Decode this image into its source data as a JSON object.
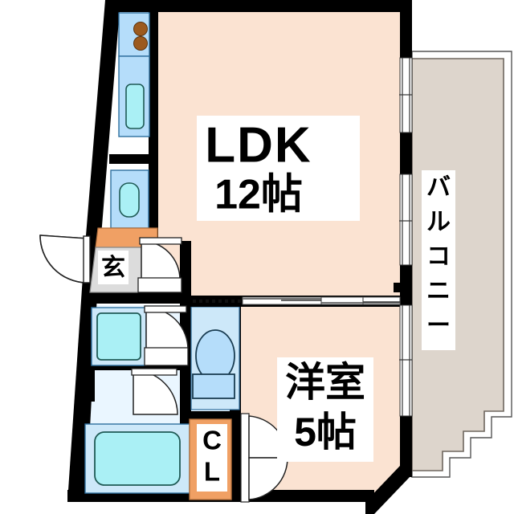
{
  "plan": {
    "title": "間取図",
    "type": "apartment-floor-plan",
    "colors": {
      "wall": "#000000",
      "living_floor": "#fbe3d2",
      "water_area": "#dbeeff",
      "water_fixture": "#b5ddfa",
      "sink_basin": "#aaf0f5",
      "burner": "#9c5a1e",
      "step_orange": "#f0a064",
      "genkan_floor": "#dcdcdc",
      "balcony_floor": "#ddd5cc",
      "closet_orange": "#f0a064",
      "label_bg": "#ffffff",
      "outline": "#1a1a1a"
    }
  },
  "rooms": [
    {
      "id": "ldk",
      "name": "リビングダイニングキッチン",
      "label_line1": "LDK",
      "label_line2": "12帖",
      "size_jo": 12
    },
    {
      "id": "washitsu",
      "name": "洋室",
      "label_line1": "洋室",
      "label_line2": "5帖",
      "size_jo": 5
    },
    {
      "id": "genkan",
      "name": "珄関",
      "label_line1": "玄",
      "label_line2": "",
      "size_jo": null
    },
    {
      "id": "balcony",
      "name": "バルコニー",
      "label_line1": "バルコニー",
      "label_chars": [
        "バ",
        "ル",
        "コ",
        "ニ",
        "ー"
      ],
      "label_line2": "",
      "size_jo": null
    },
    {
      "id": "closet",
      "name": "クローゼット",
      "label_line1": "C",
      "label_line2": "L",
      "size_jo": null
    }
  ],
  "fixtures": [
    {
      "id": "stove",
      "name": "コンロ",
      "burners": 2
    },
    {
      "id": "kitchen-sink",
      "name": "キッチンシンク"
    },
    {
      "id": "washbasin",
      "name": "洗面台"
    },
    {
      "id": "washing-machine",
      "name": "洗濯機置き場"
    },
    {
      "id": "bathtub",
      "name": "浴槽"
    },
    {
      "id": "toilet",
      "name": "トイレ"
    }
  ],
  "openings": [
    {
      "id": "entrance-door",
      "name": "玄関ドア",
      "kind": "swing"
    },
    {
      "id": "balcony-sliding-door-upper",
      "name": "採光窓",
      "kind": "sliding"
    },
    {
      "id": "balcony-sliding-door-lower",
      "name": "採光窓",
      "kind": "sliding"
    },
    {
      "id": "ldk-partition",
      "name": "間仕切り引戸",
      "kind": "sliding"
    },
    {
      "id": "bath-door",
      "name": "浴室ドア",
      "kind": "swing"
    },
    {
      "id": "washroom-door",
      "name": "洗面所ドア",
      "kind": "swing"
    },
    {
      "id": "closet-double-door",
      "name": "クローゼット扇",
      "kind": "double-swing"
    },
    {
      "id": "genkan-hall-door",
      "name": "廀下ドア",
      "kind": "swing"
    }
  ]
}
